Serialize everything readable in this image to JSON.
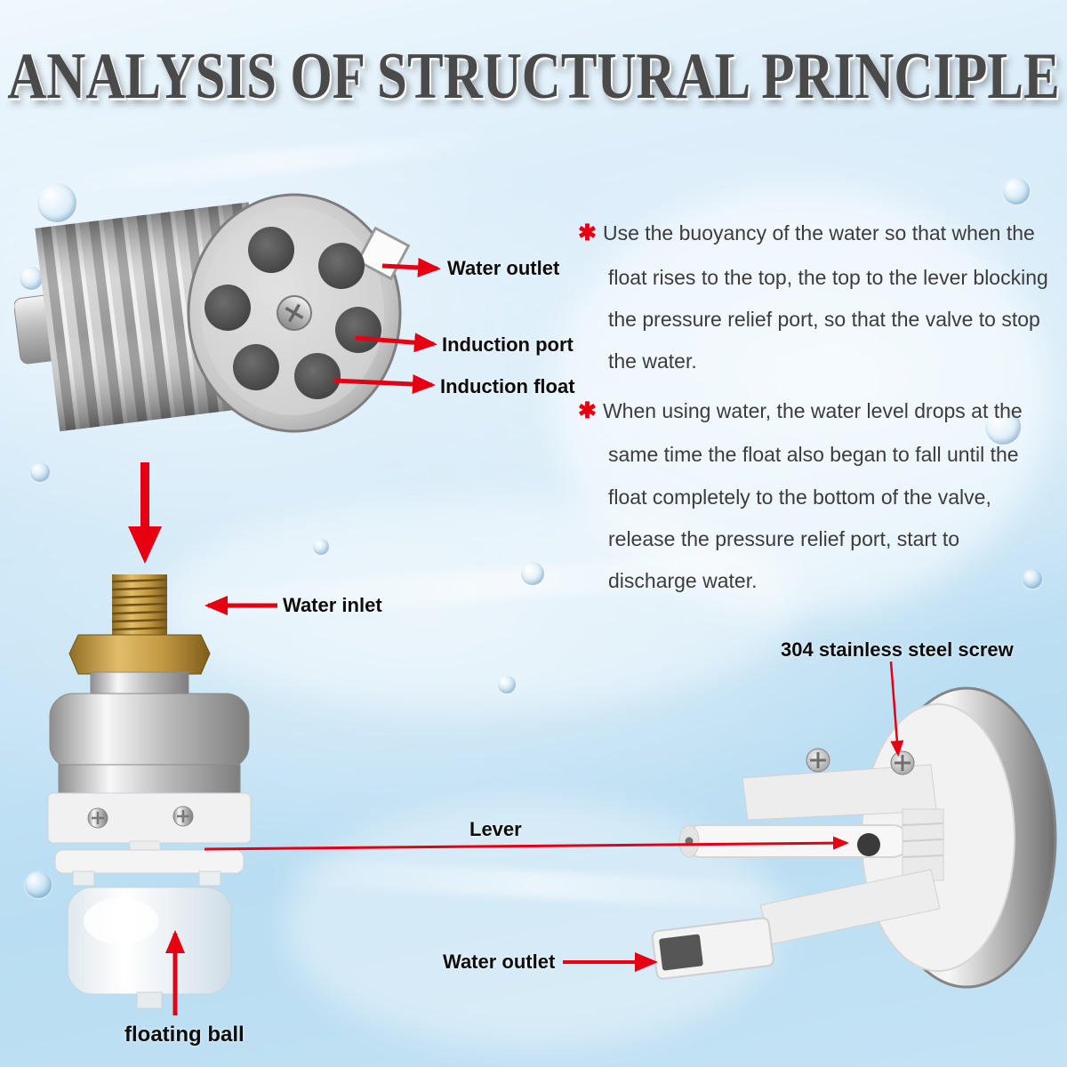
{
  "title": "ANALYSIS OF STRUCTURAL PRINCIPLE",
  "colors": {
    "accent_red": "#e60012",
    "title_gray": "#4a4a4a",
    "label_black": "#0d0d0d",
    "background_blue": "#c9e5f6"
  },
  "labels": {
    "water_outlet_top": "Water outlet",
    "induction_port": "Induction port",
    "induction_float": "Induction float",
    "water_inlet": "Water inlet",
    "stainless_screw": "304 stainless steel screw",
    "lever": "Lever",
    "water_outlet_bottom": "Water outlet",
    "floating_ball": "floating ball"
  },
  "principles": {
    "bullet": "✱",
    "items": [
      "Use the buoyancy of the water so that when the float rises to the top, the top to the lever blocking the pressure relief port, so that the valve to stop the water.",
      "When using water, the water level drops at the same time the float also began to fall until the float completely to the bottom of the valve, release the pressure relief port, start to discharge water."
    ]
  }
}
